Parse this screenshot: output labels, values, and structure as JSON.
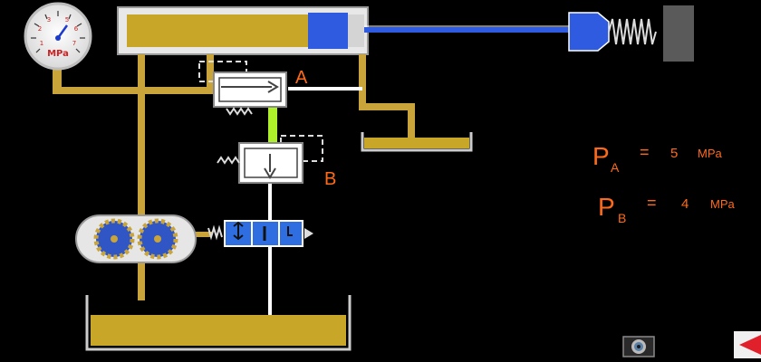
{
  "gauge": {
    "unit_label": "MPa"
  },
  "valves": [
    {
      "id": "A",
      "label": "A"
    },
    {
      "id": "B",
      "label": "B"
    }
  ],
  "readouts": [
    {
      "symbol": "P",
      "subscript": "A",
      "equals": "=",
      "value": "5",
      "unit": "MPa"
    },
    {
      "symbol": "P",
      "subscript": "B",
      "equals": "=",
      "value": "4",
      "unit": "MPa"
    }
  ],
  "controls": {
    "sound": {
      "icon": "speaker-icon"
    },
    "nav_prev": {
      "icon": "arrow-left-icon"
    }
  },
  "colors": {
    "background": "#000000",
    "oil": "#c8a628",
    "pipe": "#c9a43a",
    "piston": "#2f5be0",
    "signal": "#aef12a",
    "label": "#ff6a1a",
    "valve_body": "#ffffff",
    "pump_gear": "#2f56c4"
  }
}
